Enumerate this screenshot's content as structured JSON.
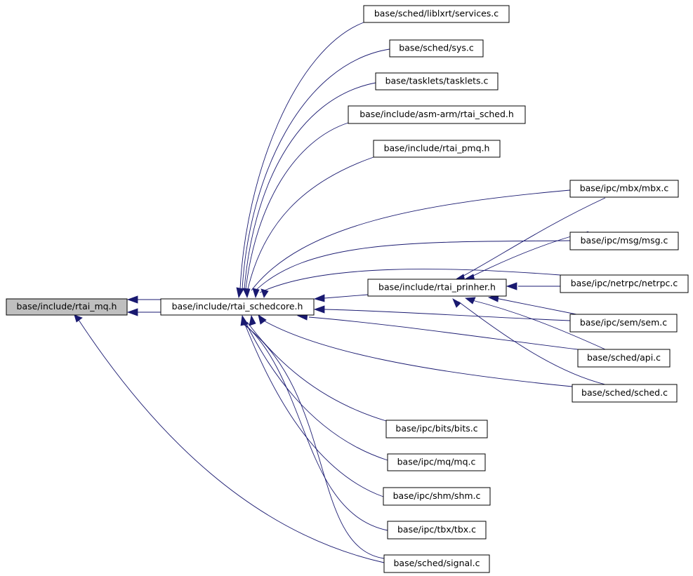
{
  "graph": {
    "nodes": {
      "rtai_mq_h": "base/include/rtai_mq.h",
      "rtai_schedcore_h": "base/include/rtai_schedcore.h",
      "rtai_prinher_h": "base/include/rtai_prinher.h",
      "services_c": "base/sched/liblxrt/services.c",
      "sys_c": "base/sched/sys.c",
      "tasklets_c": "base/tasklets/tasklets.c",
      "rtai_sched_h_arm": "base/include/asm-arm/rtai_sched.h",
      "rtai_pmq_h": "base/include/rtai_pmq.h",
      "mbx_c": "base/ipc/mbx/mbx.c",
      "msg_c": "base/ipc/msg/msg.c",
      "netrpc_c": "base/ipc/netrpc/netrpc.c",
      "sem_c": "base/ipc/sem/sem.c",
      "api_c": "base/sched/api.c",
      "sched_c": "base/sched/sched.c",
      "bits_c": "base/ipc/bits/bits.c",
      "mq_c": "base/ipc/mq/mq.c",
      "shm_c": "base/ipc/shm/shm.c",
      "tbx_c": "base/ipc/tbx/tbx.c",
      "signal_c": "base/sched/signal.c"
    },
    "edge_color": "#191970",
    "root_fill": "#bfbfbf"
  }
}
